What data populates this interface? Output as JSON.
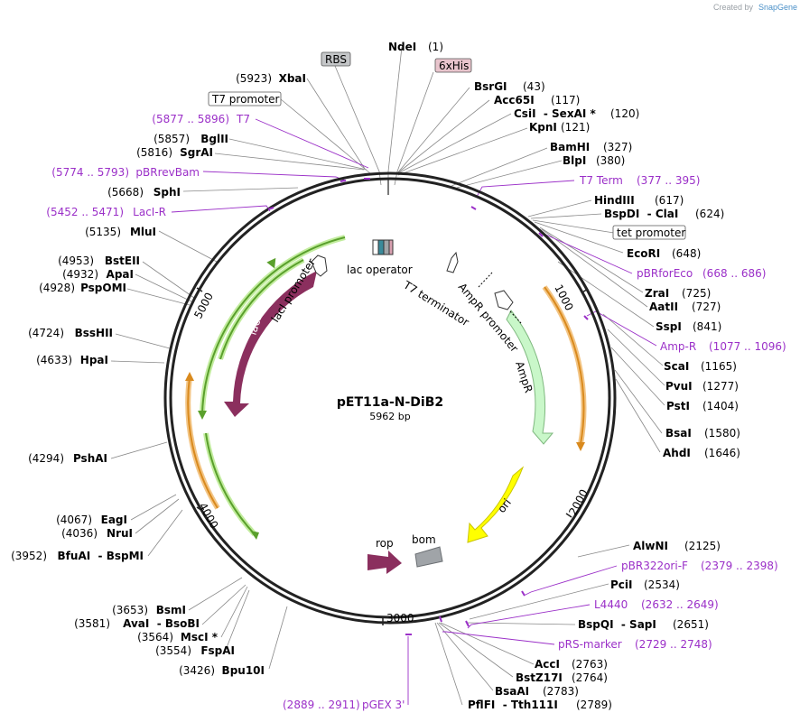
{
  "credit": {
    "prefix": "Created by",
    "brand": "SnapGene"
  },
  "plasmid": {
    "name": "pET11a-N-DiB2",
    "size": "5962 bp"
  },
  "ticks": [
    "1000",
    "2000",
    "3000",
    "4000",
    "5000"
  ],
  "features": {
    "lacI": "lacI",
    "lacI_promoter": "lacI promoter",
    "lac_operator": "lac operator",
    "T7_terminator": "T7 terminator",
    "AmpR_promoter": "AmpR promoter",
    "AmpR": "AmpR",
    "ori": "ori",
    "rop": "rop",
    "bom": "bom"
  },
  "boxed": {
    "RBS": "RBS",
    "His": "6xHis",
    "T7prom": "T7 promoter",
    "tet": "tet promoter"
  },
  "sites": {
    "NdeI": {
      "name": "NdeI",
      "pos": "(1)"
    },
    "BsrGI": {
      "name": "BsrGI",
      "pos": "(43)"
    },
    "Acc65I": {
      "name": "Acc65I",
      "pos": "(117)"
    },
    "CsiI": {
      "name": "CsiI  - SexAI *",
      "pos": "(120)"
    },
    "KpnI": {
      "name": "KpnI",
      "pos": "(121)"
    },
    "BamHI": {
      "name": "BamHI",
      "pos": "(327)"
    },
    "BlpI": {
      "name": "BlpI",
      "pos": "(380)"
    },
    "HindIII": {
      "name": "HindIII",
      "pos": "(617)"
    },
    "BspDI": {
      "name": "BspDI  - ClaI",
      "pos": "(624)"
    },
    "EcoRI": {
      "name": "EcoRI",
      "pos": "(648)"
    },
    "ZraI": {
      "name": "ZraI",
      "pos": "(725)"
    },
    "AatII": {
      "name": "AatII",
      "pos": "(727)"
    },
    "SspI": {
      "name": "SspI",
      "pos": "(841)"
    },
    "ScaI": {
      "name": "ScaI",
      "pos": "(1165)"
    },
    "PvuI": {
      "name": "PvuI",
      "pos": "(1277)"
    },
    "PstI": {
      "name": "PstI",
      "pos": "(1404)"
    },
    "BsaI": {
      "name": "BsaI",
      "pos": "(1580)"
    },
    "AhdI": {
      "name": "AhdI",
      "pos": "(1646)"
    },
    "AlwNI": {
      "name": "AlwNI",
      "pos": "(2125)"
    },
    "PciI": {
      "name": "PciI",
      "pos": "(2534)"
    },
    "BspQI": {
      "name": "BspQI  - SapI",
      "pos": "(2651)"
    },
    "AccI": {
      "name": "AccI",
      "pos": "(2763)"
    },
    "BstZ17I": {
      "name": "BstZ17I",
      "pos": "(2764)"
    },
    "BsaAI": {
      "name": "BsaAI",
      "pos": "(2783)"
    },
    "PflFI": {
      "name": "PflFI  - Tth111I",
      "pos": "(2789)"
    },
    "XbaI": {
      "name": "XbaI",
      "pos": "(5923)"
    },
    "BglII": {
      "name": "BglII",
      "pos": "(5857)"
    },
    "SgrAI": {
      "name": "SgrAI",
      "pos": "(5816)"
    },
    "SphI": {
      "name": "SphI",
      "pos": "(5668)"
    },
    "MluI": {
      "name": "MluI",
      "pos": "(5135)"
    },
    "BstEII": {
      "name": "BstEII",
      "pos": "(4953)"
    },
    "ApaI": {
      "name": "ApaI",
      "pos": "(4932)"
    },
    "PspOMI": {
      "name": "PspOMI",
      "pos": "(4928)"
    },
    "BssHII": {
      "name": "BssHII",
      "pos": "(4724)"
    },
    "HpaI": {
      "name": "HpaI",
      "pos": "(4633)"
    },
    "PshAI": {
      "name": "PshAI",
      "pos": "(4294)"
    },
    "EagI": {
      "name": "EagI",
      "pos": "(4067)"
    },
    "NruI": {
      "name": "NruI",
      "pos": "(4036)"
    },
    "BfuAI": {
      "name": "BfuAI  - BspMI",
      "pos": "(3952)"
    },
    "BsmI": {
      "name": "BsmI",
      "pos": "(3653)"
    },
    "AvaI": {
      "name": "AvaI  - BsoBI",
      "pos": "(3581)"
    },
    "MscI": {
      "name": "MscI *",
      "pos": "(3564)"
    },
    "FspAI": {
      "name": "FspAI",
      "pos": "(3554)"
    },
    "Bpu10I": {
      "name": "Bpu10I",
      "pos": "(3426)"
    }
  },
  "primers": {
    "T7Term": {
      "name": "T7 Term",
      "range": "(377 .. 395)"
    },
    "pBRforEco": {
      "name": "pBRforEco",
      "range": "(668 .. 686)"
    },
    "AmpR": {
      "name": "Amp-R",
      "range": "(1077 .. 1096)"
    },
    "pBR322ori": {
      "name": "pBR322ori-F",
      "range": "(2379 .. 2398)"
    },
    "L4440": {
      "name": "L4440",
      "range": "(2632 .. 2649)"
    },
    "pRS": {
      "name": "pRS-marker",
      "range": "(2729 .. 2748)"
    },
    "pGEX": {
      "name": "pGEX 3'",
      "range": "(2889 .. 2911)"
    },
    "T7": {
      "name": "T7",
      "range": "(5877 .. 5896)"
    },
    "pBRrevBam": {
      "name": "pBRrevBam",
      "range": "(5774 .. 5793)"
    },
    "LacIR": {
      "name": "LacI-R",
      "range": "(5452 .. 5471)"
    }
  },
  "colors": {
    "lacI": "#8b2f5e",
    "ampR": "#c9f7c9",
    "ori": "#ffff00",
    "rop": "#8b2f5e",
    "bom": "#a0a4a8",
    "green_arrow": "#5aa02c",
    "orange_arrow": "#d98a1e",
    "primer": "#9b30c8"
  }
}
